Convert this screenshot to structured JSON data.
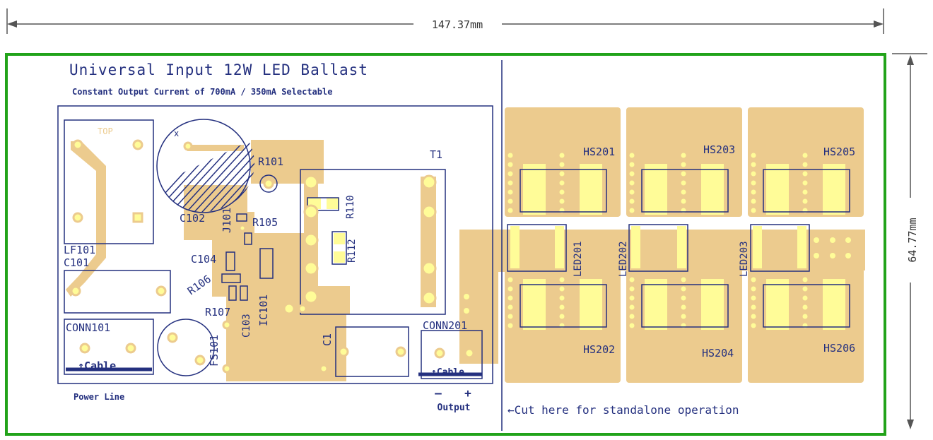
{
  "dimensions": {
    "width_label": "147.37mm",
    "height_label": "64.77mm"
  },
  "board": {
    "title": "Universal Input 12W LED Ballast",
    "subtitle": "Constant Output Current of 700mA / 350mA Selectable",
    "power_line": "Power Line",
    "output_label": "Output",
    "output_minus": "–",
    "output_plus": "+",
    "cut_note": "←Cut here for standalone operation",
    "top_label": "TOP",
    "cable_label": "↑Cable"
  },
  "components": {
    "T1": "T1",
    "R101": "R101",
    "C102": "C102",
    "J101": "J101",
    "R105": "R105",
    "R110": "R110",
    "R112": "R112",
    "C104": "C104",
    "R106": "R106",
    "R107": "R107",
    "C103": "C103",
    "IC101": "IC101",
    "LF101": "LF101",
    "C101": "C101",
    "CONN101": "CONN101",
    "FS101": "FS101",
    "C1": "C1",
    "CONN201": "CONN201"
  },
  "heatsinks": {
    "HS201": "HS201",
    "HS202": "HS202",
    "HS203": "HS203",
    "HS204": "HS204",
    "HS205": "HS205",
    "HS206": "HS206"
  },
  "leds": {
    "LED201": "LED201",
    "LED202": "LED202",
    "LED203": "LED203"
  },
  "colors": {
    "copper": "#eccb8e",
    "silkscreen": "#24307f",
    "outline": "#22a31a",
    "pad": "#fffc98",
    "dimension": "#555555"
  }
}
